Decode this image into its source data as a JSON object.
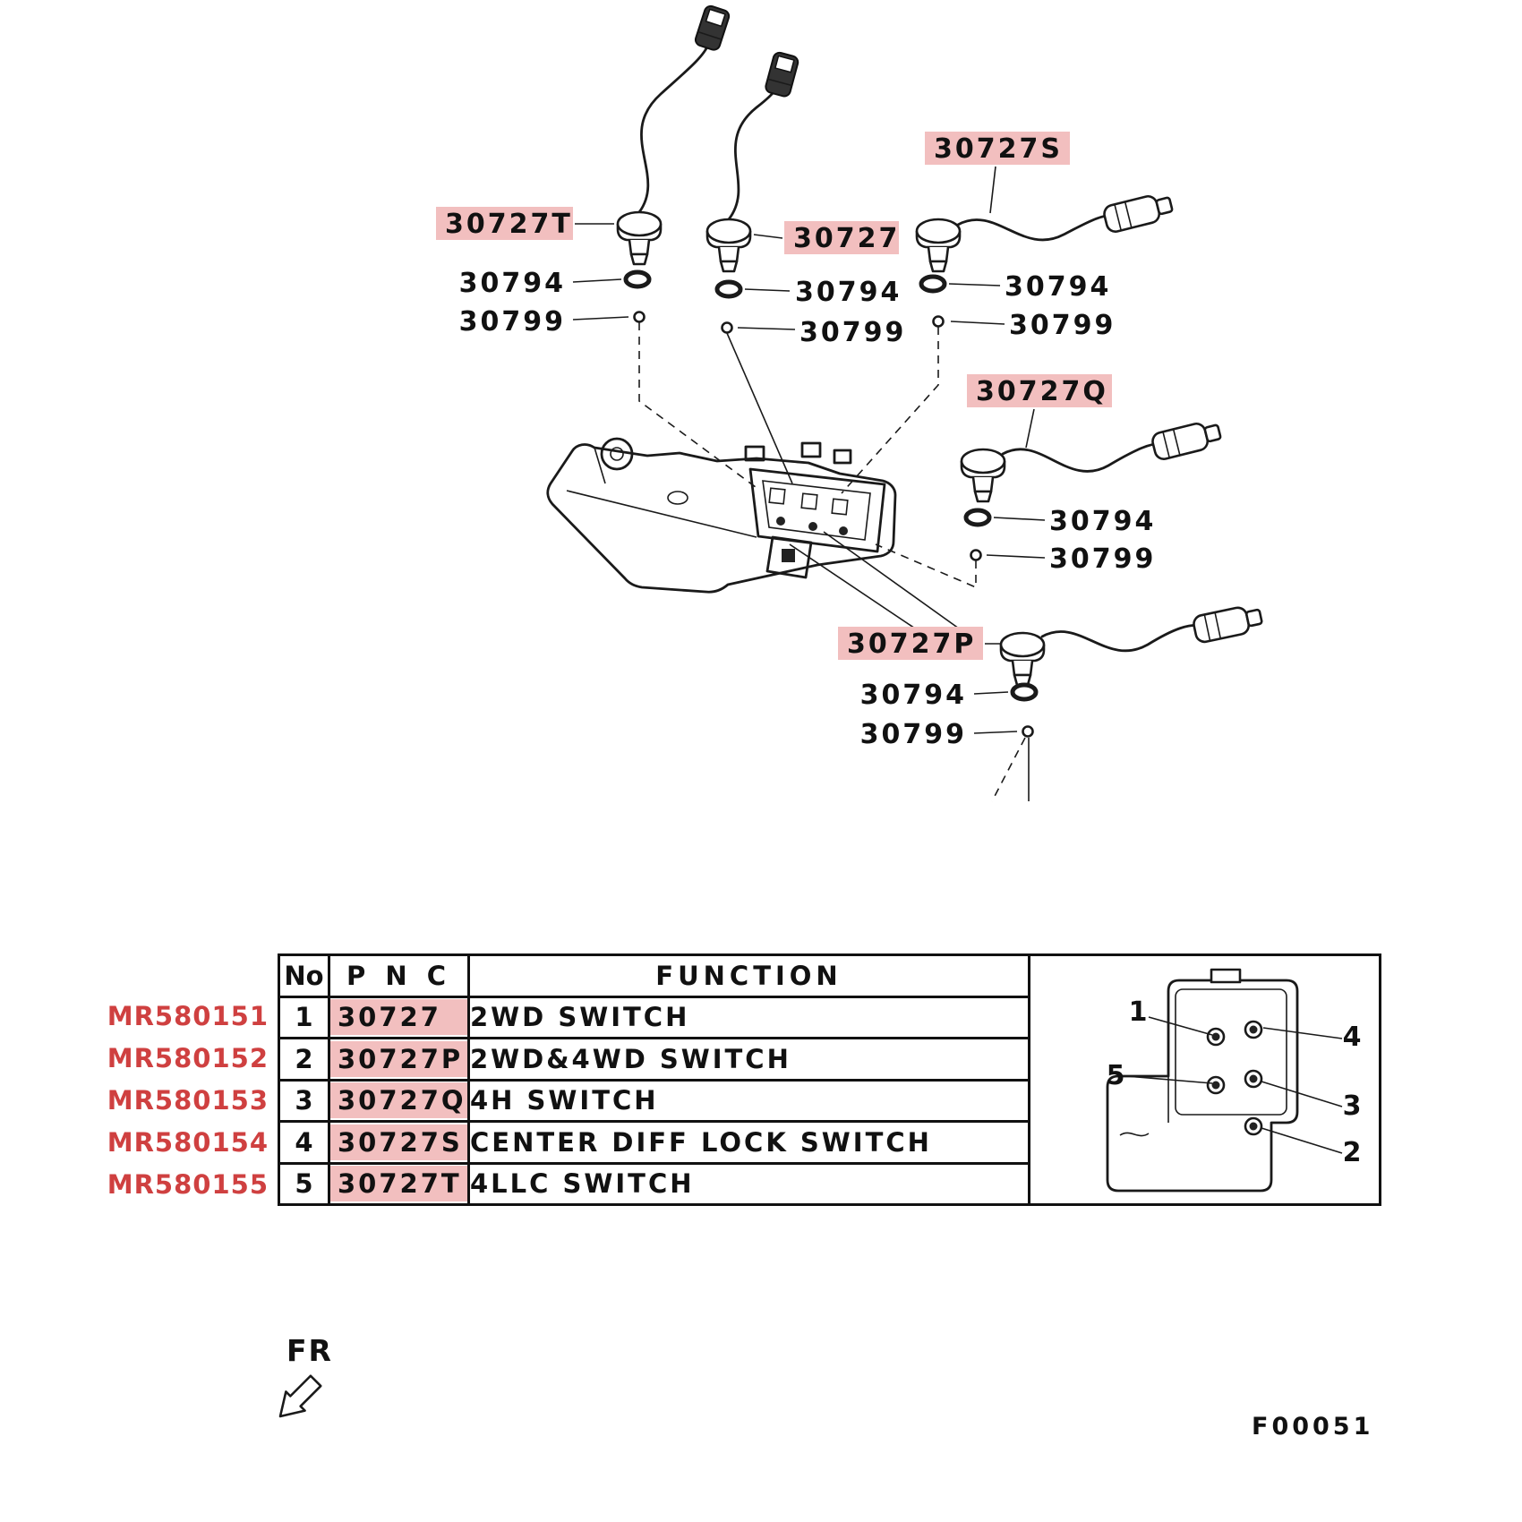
{
  "colors": {
    "highlight": "#f2bfbf",
    "ref_red": "#cf4040",
    "ink": "#1a1a1a"
  },
  "diagram": {
    "switches": [
      {
        "label": "30727T"
      },
      {
        "label": "30727"
      },
      {
        "label": "30727S"
      },
      {
        "label": "30727Q"
      },
      {
        "label": "30727P"
      }
    ],
    "oring_label": "30794",
    "ball_label": "30799"
  },
  "table": {
    "headers": {
      "no": "No",
      "pnc": "P N C",
      "function": "FUNCTION"
    },
    "rows": [
      {
        "ref": "MR580151",
        "no": "1",
        "pnc": "30727",
        "function": "2WD SWITCH"
      },
      {
        "ref": "MR580152",
        "no": "2",
        "pnc": "30727P",
        "function": "2WD&4WD SWITCH"
      },
      {
        "ref": "MR580153",
        "no": "3",
        "pnc": "30727Q",
        "function": "4H SWITCH"
      },
      {
        "ref": "MR580154",
        "no": "4",
        "pnc": "30727S",
        "function": "CENTER DIFF LOCK SWITCH"
      },
      {
        "ref": "MR580155",
        "no": "5",
        "pnc": "30727T",
        "function": "4LLC SWITCH"
      }
    ]
  },
  "inset": {
    "callouts": [
      "1",
      "4",
      "5",
      "3",
      "2"
    ]
  },
  "footer": {
    "direction_label": "FR",
    "figure_code": "F00051"
  }
}
